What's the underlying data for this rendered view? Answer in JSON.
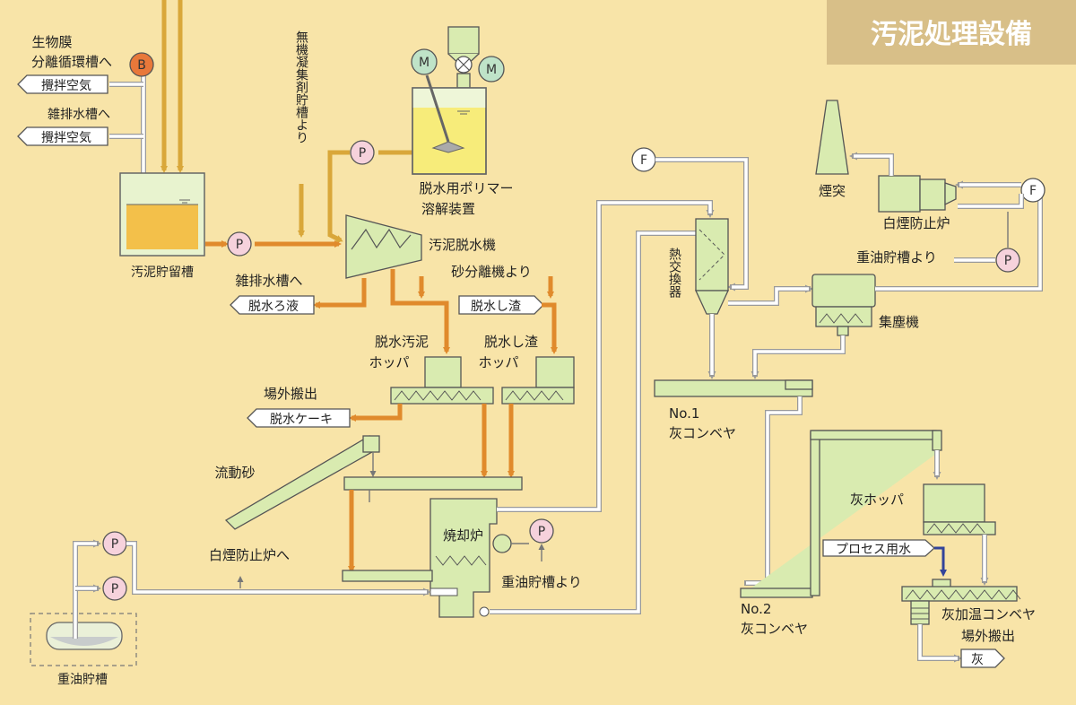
{
  "title": "汚泥処理設備",
  "labels": {
    "biofilm_1": "生物膜",
    "biofilm_2": "分離循環槽へ",
    "misc_tank_to": "雑排水槽へ",
    "air_1": "攪拌空気",
    "air_2": "攪拌空気",
    "sludge_storage": "汚泥貯留槽",
    "coagulant": "無機凝集剤貯槽より",
    "polymer_1": "脱水用ポリマー",
    "polymer_2": "溶解装置",
    "dewatering_machine": "汚泥脱水機",
    "misc_tank_to_2": "雑排水槽へ",
    "filtrate": "脱水ろ液",
    "sand_separator_from": "砂分離機より",
    "screenings": "脱水し渣",
    "sludge_hopper_1": "脱水汚泥",
    "sludge_hopper_2": "ホッパ",
    "screen_hopper_1": "脱水し渣",
    "screen_hopper_2": "ホッパ",
    "offsite_1": "場外搬出",
    "cake": "脱水ケーキ",
    "fluid_sand": "流動砂",
    "to_plume_1": "白煙防止炉へ",
    "incinerator": "焼却炉",
    "oil_from_1": "重油貯槽より",
    "oil_tank": "重油貯槽",
    "heat_exchanger": "熱交換器",
    "no1_conveyor_1": "No.1",
    "no1_conveyor_2": "灰コンベヤ",
    "chimney": "煙突",
    "plume_furnace": "白煙防止炉",
    "oil_from_2": "重油貯槽より",
    "dust_collector": "集塵機",
    "ash_hopper": "灰ホッパ",
    "process_water": "プロセス用水",
    "no2_conveyor_1": "No.2",
    "no2_conveyor_2": "灰コンベヤ",
    "ash_heating_conveyor": "灰加温コンベヤ",
    "offsite_2": "場外搬出",
    "ash": "灰"
  },
  "badges": {
    "blower": "B",
    "pump": "P",
    "motor": "M",
    "fan": "F"
  },
  "colors": {
    "background": "#f8e4a8",
    "title_bg": "#d8bf88",
    "equipment": "#d9ebb0",
    "sludge_line": "#e08a2c",
    "chemical_line": "#d9a73a",
    "gas_line": "#9a9a9a",
    "pump_badge": "#f6d2dc",
    "blower_badge": "#e8783a",
    "motor_badge": "#bfe3c8",
    "water_line": "#33449a"
  }
}
